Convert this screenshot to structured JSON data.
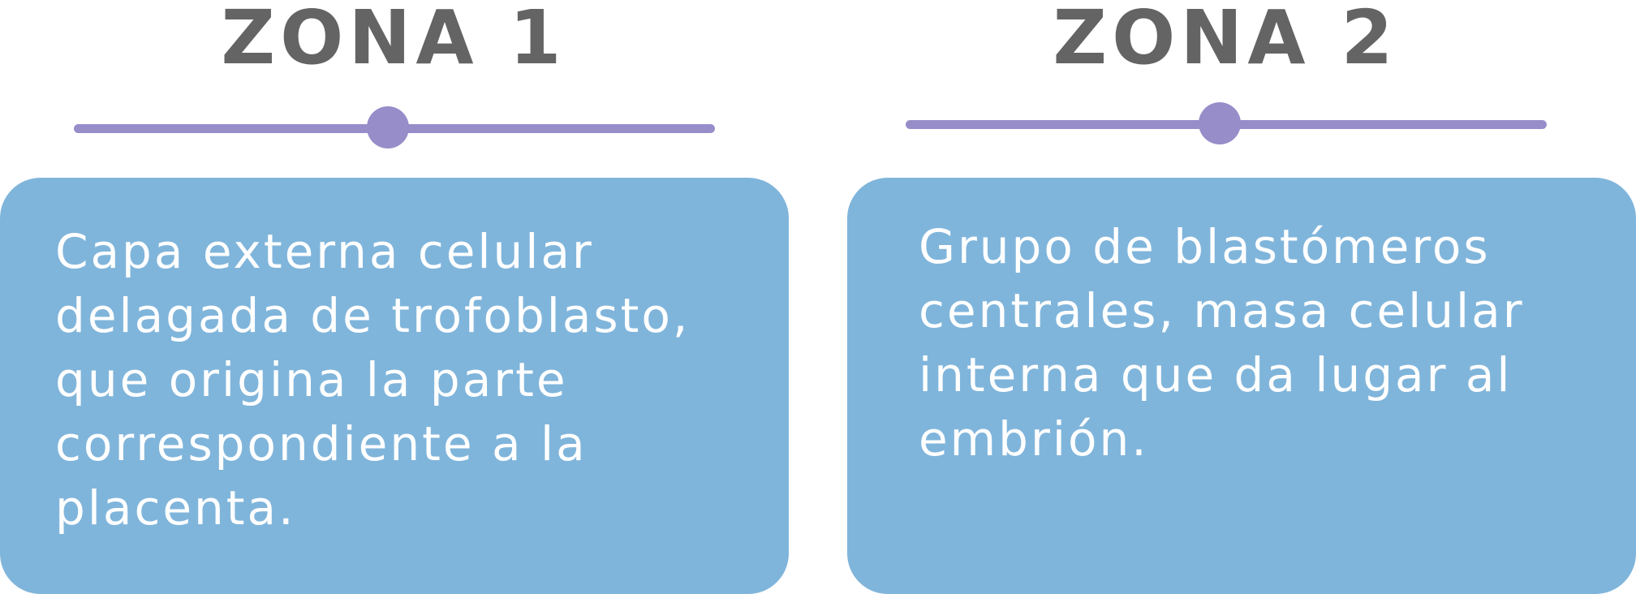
{
  "zones": [
    {
      "title": "ZONA 1",
      "slider_value": 0.49,
      "description": "Capa externa celular delagada de trofoblasto, que origina la parte correspondiente a la placenta."
    },
    {
      "title": "ZONA 2",
      "slider_value": 0.49,
      "description": "Grupo de blastómeros centrales, masa celular interna que da lugar al embrión."
    }
  ],
  "colors": {
    "title": "#646464",
    "slider": "#978dc9",
    "card": "#80b5db",
    "card_text": "#ffffff"
  }
}
